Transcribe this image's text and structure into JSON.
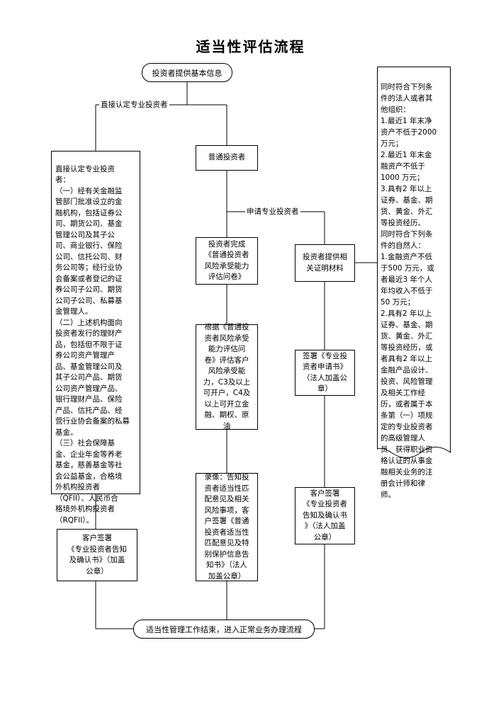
{
  "title": "适当性评估流程",
  "nodes": {
    "start": "投资者提供基本信息",
    "label_direct": "直接认定专业投资者",
    "direct_criteria": "直接认定专业投资\n者：\n（一）经有关金融监\n管部门批准设立的金\n融机构，包括证券公\n司、期货公司、基金\n管理公司及其子公\n司、商业银行、保险\n公司、信托公司、财\n务公司等；经行业协\n会备案或者登记的证\n券公司子公司、期货\n公司子公司、私募基\n金管理人。\n（二）上述机构面向\n投资者发行的理财产\n品，包括但不限于证\n券公司资产管理产\n品、基金管理公司及\n其子公司产品、期货\n公司资产管理产品、\n银行理财产品、保险\n产品、信托产品、经\n营行业协会备案的私募\n基金。\n（三）社会保障基\n金、企业年金等养老\n基金，慈善基金等社\n会公益基金，合格境\n外机构投资者\n（QFII）、人民币合\n格境外机构投资者\n（RQFII）。",
    "direct_sign": "客户签署\n《专业投资者告知\n及确认书》（加盖\n公章）",
    "ordinary": "普通投资者",
    "label_apply": "申请专业投资者",
    "questionnaire": "投资者完成\n《普通投资者\n风险承受能力\n评估问卷》",
    "rating": "根据《普通投\n资者风险承受\n能力评估问\n卷》评估客户\n风险承受能\n力，C3及以上\n可开户，C4及\n以上可开立金\n融、期权、原\n油",
    "recording": "录像：告知投\n资者适当性匹\n配意见及相关\n风险事项，客\n户签署《普通\n投资者适当性\n匹配意见及特\n别保护信息告\n知书》（法人\n加盖公章）",
    "proof": "投资者提供相\n关证明材料",
    "apply_sign": "签署《专业投\n资者申请书》\n（法人加盖公\n章）",
    "pro_sign": "客户签署\n《专业投资者\n告知及确认书\n》（法人加盖\n公章）",
    "end": "适当性管理工作结束，进入正常业务办理流程",
    "conditions": "同时符合下列条\n件的法人或者其\n他组织：\n1.最近1 年末净\n资产不低于2000\n万元；\n2.最近1 年末金\n融资产不低于\n1000 万元；\n3.具有2 年以上\n证券、基金、期\n货、黄金、外汇\n等投资经历。\n同时符合下列条\n件的自然人：\n1.金融资产不低\n于500 万元，或\n者最近3 年个人\n年均收入不低于\n50 万元；\n2.具有2 年以上\n证券、基金、期\n货、黄金、外汇\n等投资经历，或\n者具有2 年以上\n金融产品设计、\n投资、风险管理\n及相关工作经\n历，或者属于本\n条第（一）项规\n定的专业投资者\n的高级管理人\n员、获得职业资\n格认证的从事金\n融相关业务的注\n册会计师和律\n师。"
  }
}
